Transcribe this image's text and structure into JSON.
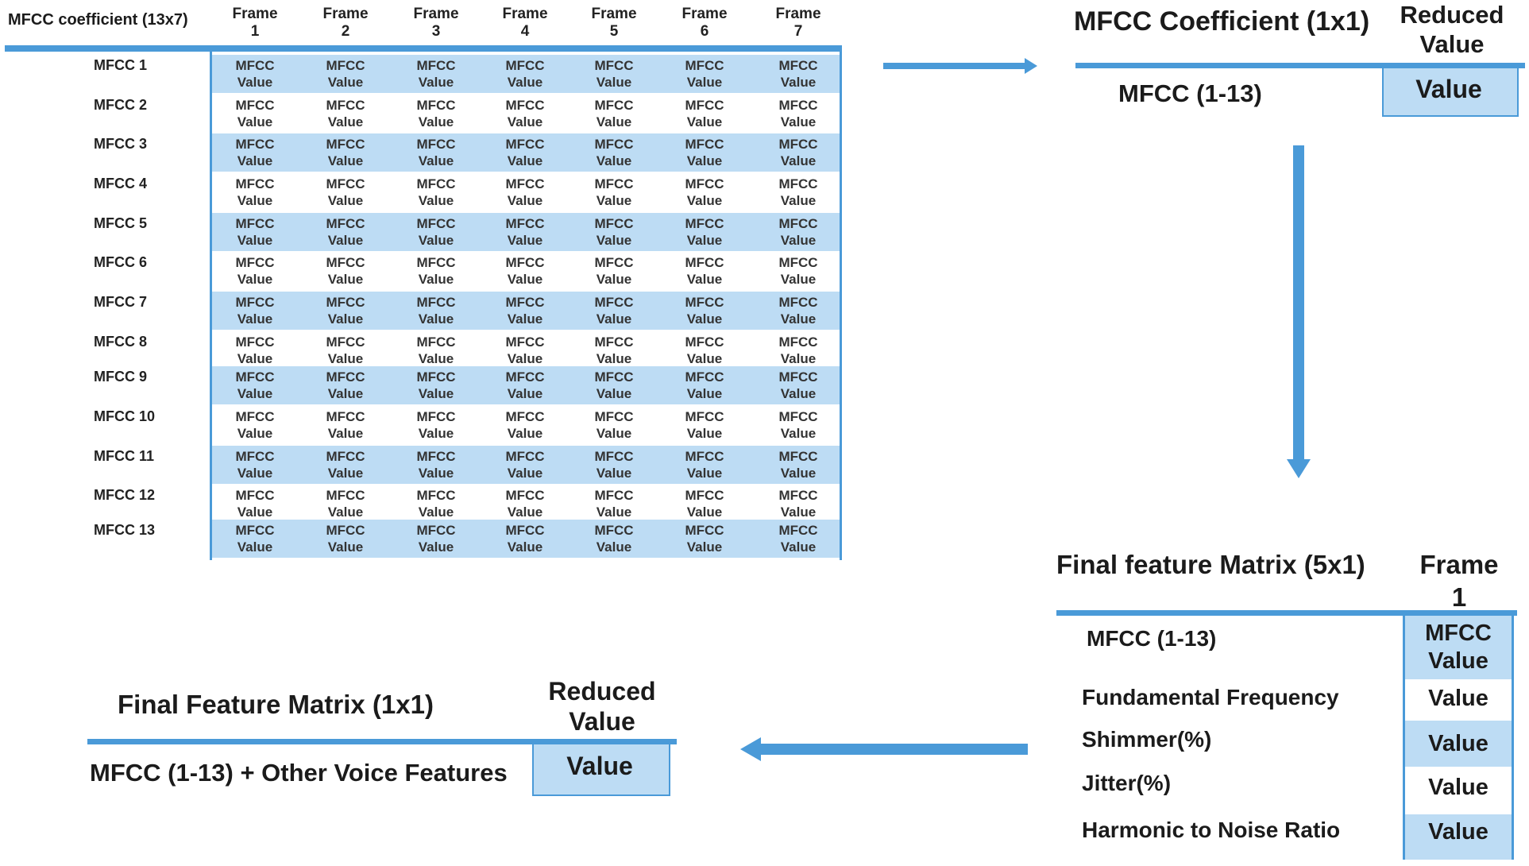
{
  "matrix": {
    "title": "MFCC coefficient (13x7)",
    "columns": [
      {
        "line1": "Frame",
        "line2": "1"
      },
      {
        "line1": "Frame",
        "line2": "2"
      },
      {
        "line1": "Frame",
        "line2": "3"
      },
      {
        "line1": "Frame",
        "line2": "4"
      },
      {
        "line1": "Frame",
        "line2": "5"
      },
      {
        "line1": "Frame",
        "line2": "6"
      },
      {
        "line1": "Frame",
        "line2": "7"
      }
    ],
    "rows": [
      "MFCC 1",
      "MFCC 2",
      "MFCC 3",
      "MFCC 4",
      "MFCC 5",
      "MFCC 6",
      "MFCC 7",
      "MFCC 8",
      "MFCC 9",
      "MFCC 10",
      "MFCC 11",
      "MFCC 12",
      "MFCC 13"
    ],
    "cell_line1": "MFCC",
    "cell_line2": "Value",
    "band_color": "#bddcf4",
    "line_color": "#4a9ad8"
  },
  "reduced_mfcc": {
    "title": "MFCC Coefficient (1x1)",
    "header_line1": "Reduced",
    "header_line2": "Value",
    "row_label": "MFCC (1-13)",
    "value": "Value"
  },
  "final_5x1": {
    "title": "Final feature Matrix (5x1)",
    "header_line1": "Frame",
    "header_line2": "1",
    "rows": [
      {
        "label": "MFCC (1-13)",
        "line1": "MFCC",
        "line2": "Value",
        "shaded": true
      },
      {
        "label": "Fundamental Frequency",
        "line1": "Value",
        "line2": "",
        "shaded": false
      },
      {
        "label": "Shimmer(%)",
        "line1": "Value",
        "line2": "",
        "shaded": true
      },
      {
        "label": "Jitter(%)",
        "line1": "Value",
        "line2": "",
        "shaded": false
      },
      {
        "label": "Harmonic to Noise Ratio",
        "line1": "Value",
        "line2": "",
        "shaded": true
      }
    ]
  },
  "final_1x1": {
    "title": "Final Feature Matrix (1x1)",
    "header_line1": "Reduced",
    "header_line2": "Value",
    "row_label": "MFCC (1-13) + Other Voice Features",
    "value": "Value"
  }
}
